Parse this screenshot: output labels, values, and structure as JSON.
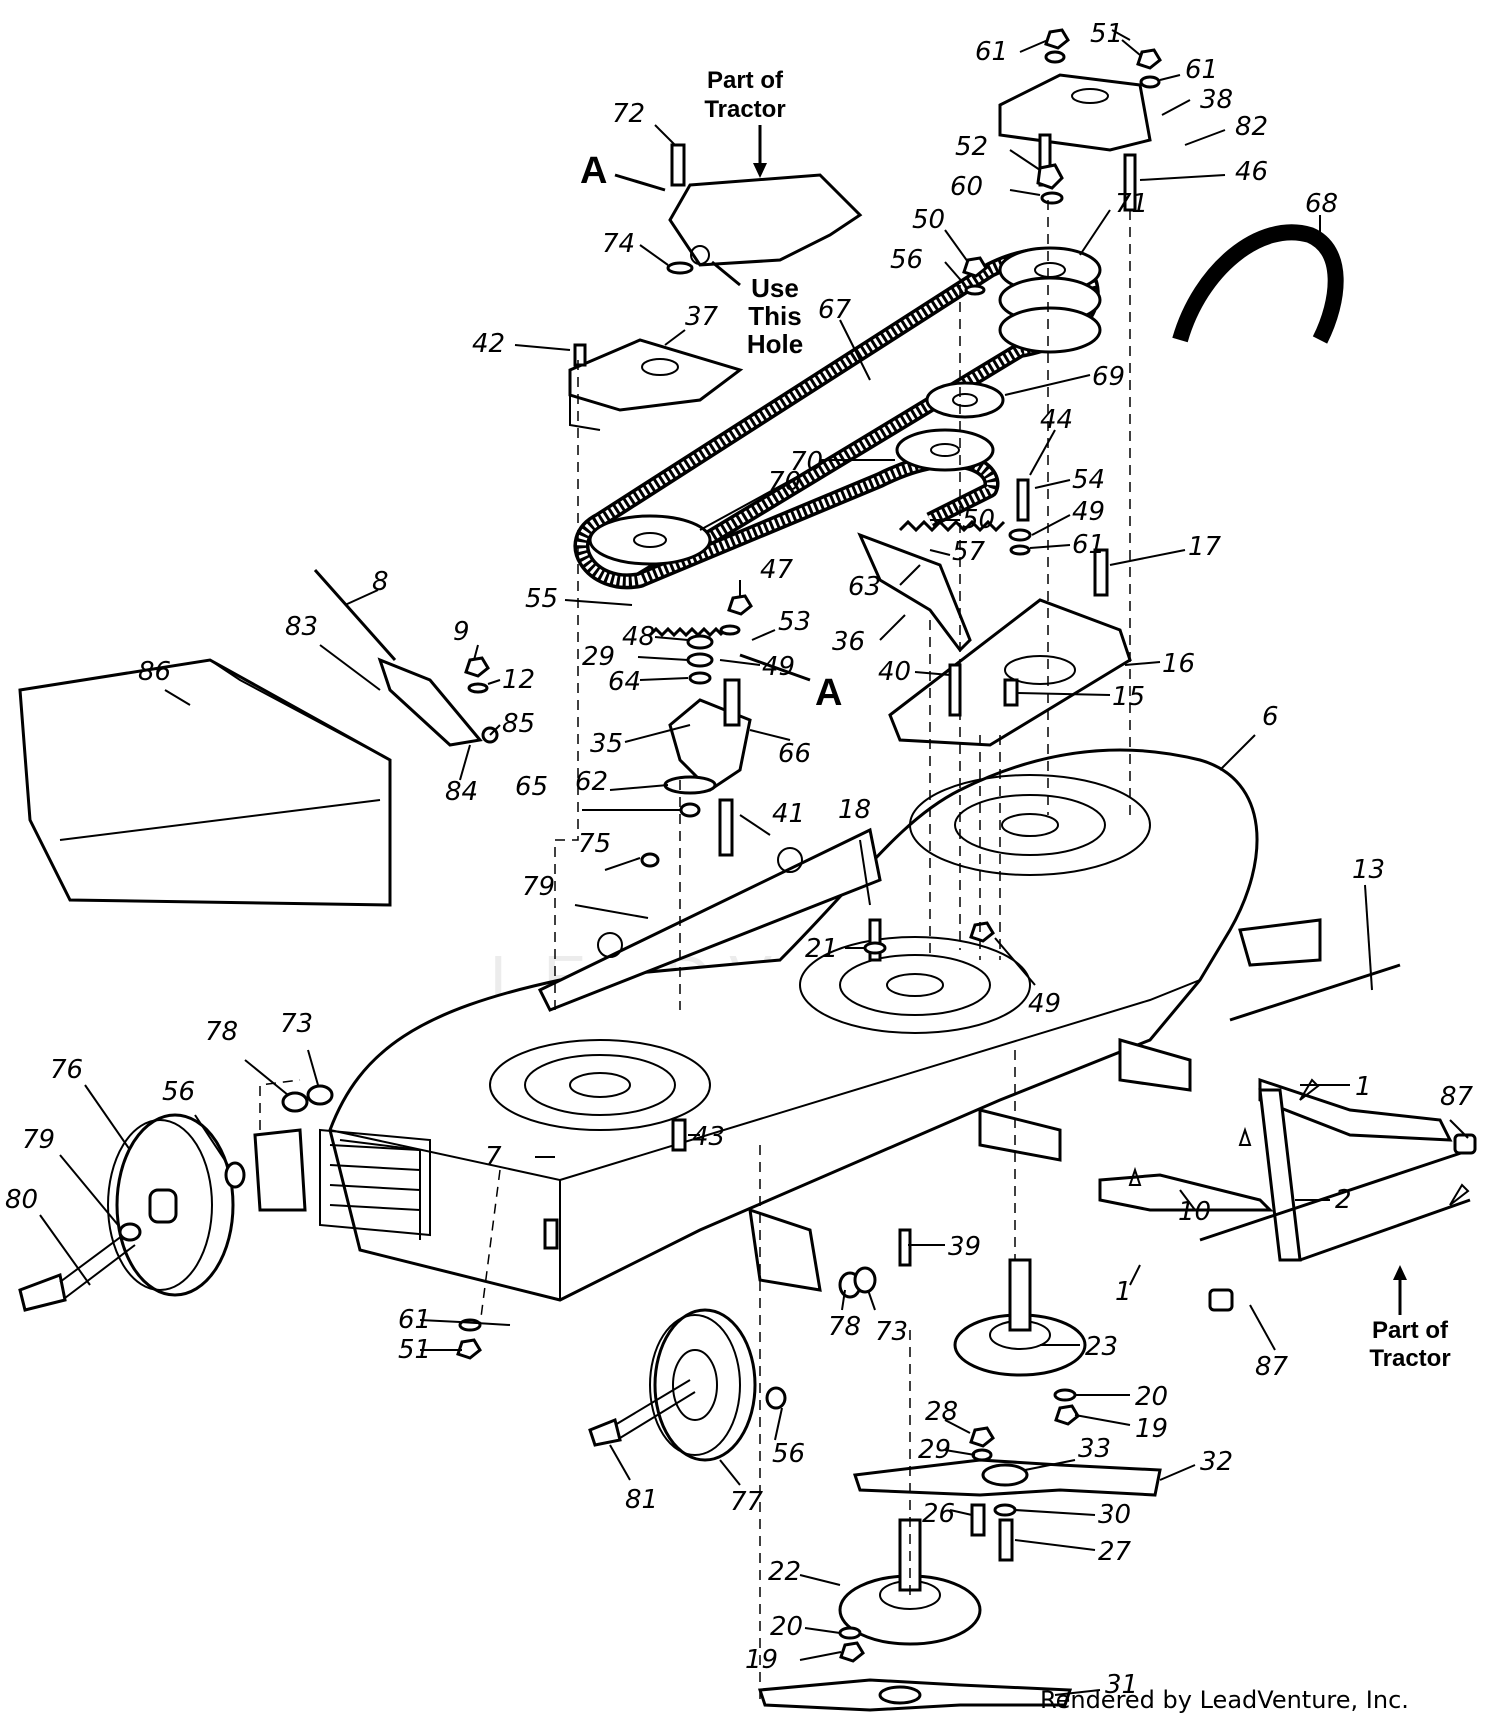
{
  "labels": {
    "part_of_tractor_top": [
      "Part of",
      "Tractor"
    ],
    "use_this_hole": [
      "Use",
      "This",
      "Hole"
    ],
    "part_of_tractor_right": [
      "Part of",
      "Tractor"
    ],
    "marker_a": "A"
  },
  "watermark": "LEADVENTURE",
  "footer": "Rendered by LeadVenture, Inc.",
  "callouts": [
    {
      "id": "61a",
      "text": "61"
    },
    {
      "id": "51a",
      "text": "51"
    },
    {
      "id": "61b",
      "text": "61"
    },
    {
      "id": "38",
      "text": "38"
    },
    {
      "id": "82",
      "text": "82"
    },
    {
      "id": "46",
      "text": "46"
    },
    {
      "id": "52",
      "text": "52"
    },
    {
      "id": "60",
      "text": "60"
    },
    {
      "id": "71",
      "text": "71"
    },
    {
      "id": "68",
      "text": "68"
    },
    {
      "id": "50a",
      "text": "50"
    },
    {
      "id": "56a",
      "text": "56"
    },
    {
      "id": "72",
      "text": "72"
    },
    {
      "id": "74",
      "text": "74"
    },
    {
      "id": "37",
      "text": "37"
    },
    {
      "id": "67",
      "text": "67"
    },
    {
      "id": "42",
      "text": "42"
    },
    {
      "id": "69",
      "text": "69"
    },
    {
      "id": "70a",
      "text": "70"
    },
    {
      "id": "70b",
      "text": "70"
    },
    {
      "id": "44",
      "text": "44"
    },
    {
      "id": "54",
      "text": "54"
    },
    {
      "id": "50b",
      "text": "50"
    },
    {
      "id": "49a",
      "text": "49"
    },
    {
      "id": "57",
      "text": "57"
    },
    {
      "id": "61c",
      "text": "61"
    },
    {
      "id": "17",
      "text": "17"
    },
    {
      "id": "63",
      "text": "63"
    },
    {
      "id": "36",
      "text": "36"
    },
    {
      "id": "40",
      "text": "40"
    },
    {
      "id": "16",
      "text": "16"
    },
    {
      "id": "15",
      "text": "15"
    },
    {
      "id": "8",
      "text": "8"
    },
    {
      "id": "83",
      "text": "83"
    },
    {
      "id": "9",
      "text": "9"
    },
    {
      "id": "12",
      "text": "12"
    },
    {
      "id": "86",
      "text": "86"
    },
    {
      "id": "85",
      "text": "85"
    },
    {
      "id": "84",
      "text": "84"
    },
    {
      "id": "55",
      "text": "55"
    },
    {
      "id": "47",
      "text": "47"
    },
    {
      "id": "53",
      "text": "53"
    },
    {
      "id": "48",
      "text": "48"
    },
    {
      "id": "29a",
      "text": "29"
    },
    {
      "id": "64",
      "text": "64"
    },
    {
      "id": "49b",
      "text": "49"
    },
    {
      "id": "35",
      "text": "35"
    },
    {
      "id": "66",
      "text": "66"
    },
    {
      "id": "62",
      "text": "62"
    },
    {
      "id": "65",
      "text": "65"
    },
    {
      "id": "41",
      "text": "41"
    },
    {
      "id": "75",
      "text": "75"
    },
    {
      "id": "79a",
      "text": "79"
    },
    {
      "id": "18",
      "text": "18"
    },
    {
      "id": "6",
      "text": "6"
    },
    {
      "id": "21",
      "text": "21"
    },
    {
      "id": "49c",
      "text": "49"
    },
    {
      "id": "13",
      "text": "13"
    },
    {
      "id": "78a",
      "text": "78"
    },
    {
      "id": "73a",
      "text": "73"
    },
    {
      "id": "76",
      "text": "76"
    },
    {
      "id": "56b",
      "text": "56"
    },
    {
      "id": "79b",
      "text": "79"
    },
    {
      "id": "80",
      "text": "80"
    },
    {
      "id": "43",
      "text": "43"
    },
    {
      "id": "1a",
      "text": "1"
    },
    {
      "id": "87a",
      "text": "87"
    },
    {
      "id": "10",
      "text": "10"
    },
    {
      "id": "2",
      "text": "2"
    },
    {
      "id": "1b",
      "text": "1"
    },
    {
      "id": "7",
      "text": "7"
    },
    {
      "id": "39",
      "text": "39"
    },
    {
      "id": "61d",
      "text": "61"
    },
    {
      "id": "51b",
      "text": "51"
    },
    {
      "id": "78b",
      "text": "78"
    },
    {
      "id": "73b",
      "text": "73"
    },
    {
      "id": "23",
      "text": "23"
    },
    {
      "id": "87b",
      "text": "87"
    },
    {
      "id": "56c",
      "text": "56"
    },
    {
      "id": "81",
      "text": "81"
    },
    {
      "id": "77",
      "text": "77"
    },
    {
      "id": "20a",
      "text": "20"
    },
    {
      "id": "28",
      "text": "28"
    },
    {
      "id": "19a",
      "text": "19"
    },
    {
      "id": "29b",
      "text": "29"
    },
    {
      "id": "33",
      "text": "33"
    },
    {
      "id": "32",
      "text": "32"
    },
    {
      "id": "26",
      "text": "26"
    },
    {
      "id": "30",
      "text": "30"
    },
    {
      "id": "27",
      "text": "27"
    },
    {
      "id": "22",
      "text": "22"
    },
    {
      "id": "20b",
      "text": "20"
    },
    {
      "id": "19b",
      "text": "19"
    },
    {
      "id": "31",
      "text": "31"
    }
  ]
}
